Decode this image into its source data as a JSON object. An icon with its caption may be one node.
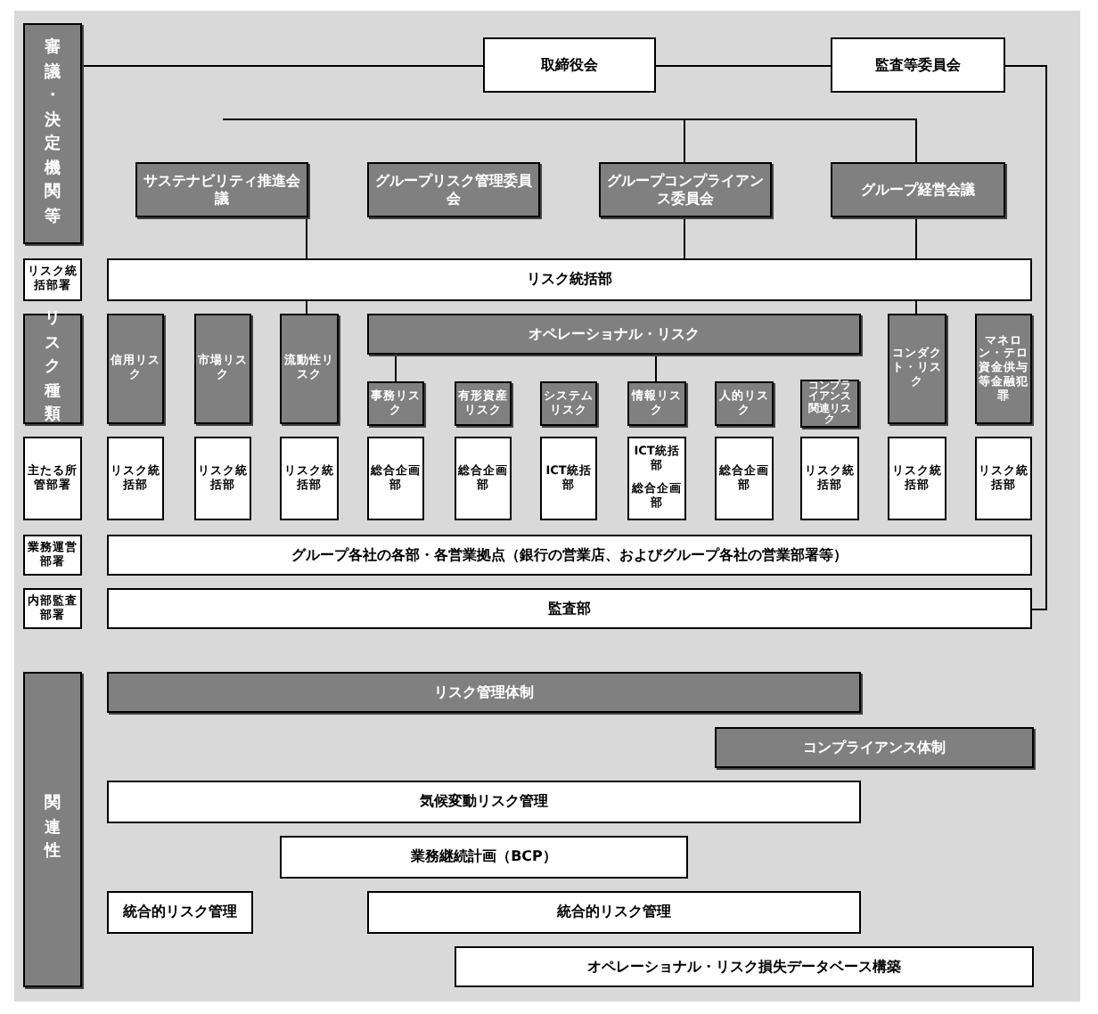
{
  "diagram": {
    "nodes": [
      {
        "text": [
          "審議・決定機関等"
        ]
      },
      {
        "text": [
          "取締役会"
        ]
      },
      {
        "text": [
          "監査等委員会"
        ]
      },
      {
        "text": [
          "サステナビリティ推進会議"
        ]
      },
      {
        "text": [
          "グループリスク管理委員会"
        ]
      },
      {
        "text": [
          "グループコンプライアンス委員会"
        ]
      },
      {
        "text": [
          "グループ経営会議"
        ]
      },
      {
        "text": [
          "リスク統括部署"
        ]
      },
      {
        "text": [
          "リスク統括部"
        ]
      },
      {
        "text": [
          "リスク種類"
        ]
      },
      {
        "text": [
          "信用リスク"
        ]
      },
      {
        "text": [
          "市場リスク"
        ]
      },
      {
        "text": [
          "流動性リスク"
        ]
      },
      {
        "text": [
          "オペレーショナル・リスク"
        ]
      },
      {
        "text": [
          "事務リスク"
        ]
      },
      {
        "text": [
          "有形資産リスク"
        ]
      },
      {
        "text": [
          "システムリスク"
        ]
      },
      {
        "text": [
          "情報リスク"
        ]
      },
      {
        "text": [
          "人的リスク"
        ]
      },
      {
        "text": [
          "コンプライアンス関連リスク"
        ]
      },
      {
        "text": [
          "コンダクト・リスク"
        ]
      },
      {
        "text": [
          "マネロン・テロ資金供与等金融犯罪"
        ]
      },
      {
        "text": [
          "主たる所管部署"
        ]
      },
      {
        "text": [
          "リスク統括部"
        ]
      },
      {
        "text": [
          "リスク統括部"
        ]
      },
      {
        "text": [
          "リスク統括部"
        ]
      },
      {
        "text": [
          "総合企画部"
        ]
      },
      {
        "text": [
          "総合企画部"
        ]
      },
      {
        "text": [
          "ICT統括部"
        ]
      },
      {
        "text": [
          "ICT統括部",
          "総合企画部"
        ]
      },
      {
        "text": [
          "総合企画部"
        ]
      },
      {
        "text": [
          "リスク統括部"
        ]
      },
      {
        "text": [
          "リスク統括部"
        ]
      },
      {
        "text": [
          "リスク統括部"
        ]
      },
      {
        "text": [
          "業務運営部署"
        ]
      },
      {
        "text": [
          "グループ各社の各部・各営業拠点（銀行の営業店、およびグループ各社の営業部署等）"
        ]
      },
      {
        "text": [
          "内部監査部署"
        ]
      },
      {
        "text": [
          "監査部"
        ]
      },
      {
        "text": [
          "関連性"
        ]
      },
      {
        "text": [
          "リスク管理体制"
        ]
      },
      {
        "text": [
          "コンプライアンス体制"
        ]
      },
      {
        "text": [
          "気候変動リスク管理"
        ]
      },
      {
        "text": [
          "業務継続計画（BCP）"
        ]
      },
      {
        "text": [
          "統合的リスク管理"
        ]
      },
      {
        "text": [
          "統合的リスク管理"
        ]
      },
      {
        "text": [
          "オペレーショナル・リスク損失データベース構築"
        ]
      }
    ],
    "edges": [
      {
        "from": 0,
        "to": 1,
        "arrow": "none"
      },
      {
        "from": 1,
        "to": 2,
        "arrow": "none"
      },
      {
        "from": 2,
        "to": 37,
        "arrow": "none"
      },
      {
        "from": 5,
        "to": 6,
        "arrow": "none"
      },
      {
        "from": 3,
        "to": 8,
        "arrow": "none"
      },
      {
        "from": 5,
        "to": 8,
        "arrow": "none"
      },
      {
        "from": 6,
        "to": 8,
        "arrow": "none"
      },
      {
        "from": 8,
        "to": 12,
        "arrow": "none"
      },
      {
        "from": 8,
        "to": 20,
        "arrow": "none"
      },
      {
        "from": 13,
        "to": 14,
        "arrow": "none"
      },
      {
        "from": 13,
        "to": 17,
        "arrow": "none"
      },
      {
        "from": null,
        "to": 5,
        "arrow": "none"
      }
    ]
  }
}
